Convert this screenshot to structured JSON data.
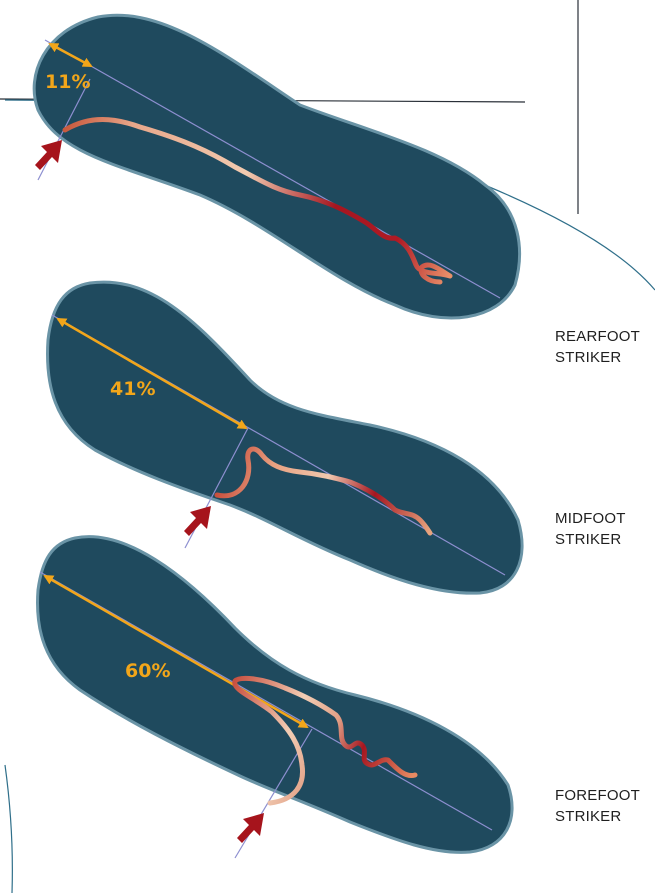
{
  "figure": {
    "colors": {
      "insole": "#1f4a5e",
      "insole_edge": "#6a94a6",
      "axis_line": "#8d8fd0",
      "measure_arrow": "#f2a61a",
      "impact_arrow": "#a6141c",
      "trace_light": "#f2c6a6",
      "trace_dark": "#a61422",
      "frame_line": "#2a3038",
      "curve_line": "#2f6f8a"
    },
    "insoles": [
      {
        "id": "rearfoot",
        "label_line1": "REARFOOT",
        "label_line2": "STRIKER",
        "strike_percent": "11%",
        "strike_fraction": 0.11,
        "icons": {
          "measure": "double-arrow-icon",
          "impact": "impact-arrow-icon"
        }
      },
      {
        "id": "midfoot",
        "label_line1": "MIDFOOT",
        "label_line2": "STRIKER",
        "strike_percent": "41%",
        "strike_fraction": 0.41,
        "icons": {
          "measure": "double-arrow-icon",
          "impact": "impact-arrow-icon"
        }
      },
      {
        "id": "forefoot",
        "label_line1": "FOREFOOT",
        "label_line2": "STRIKER",
        "strike_percent": "60%",
        "strike_fraction": 0.6,
        "icons": {
          "measure": "double-arrow-icon",
          "impact": "impact-arrow-icon"
        }
      }
    ]
  }
}
